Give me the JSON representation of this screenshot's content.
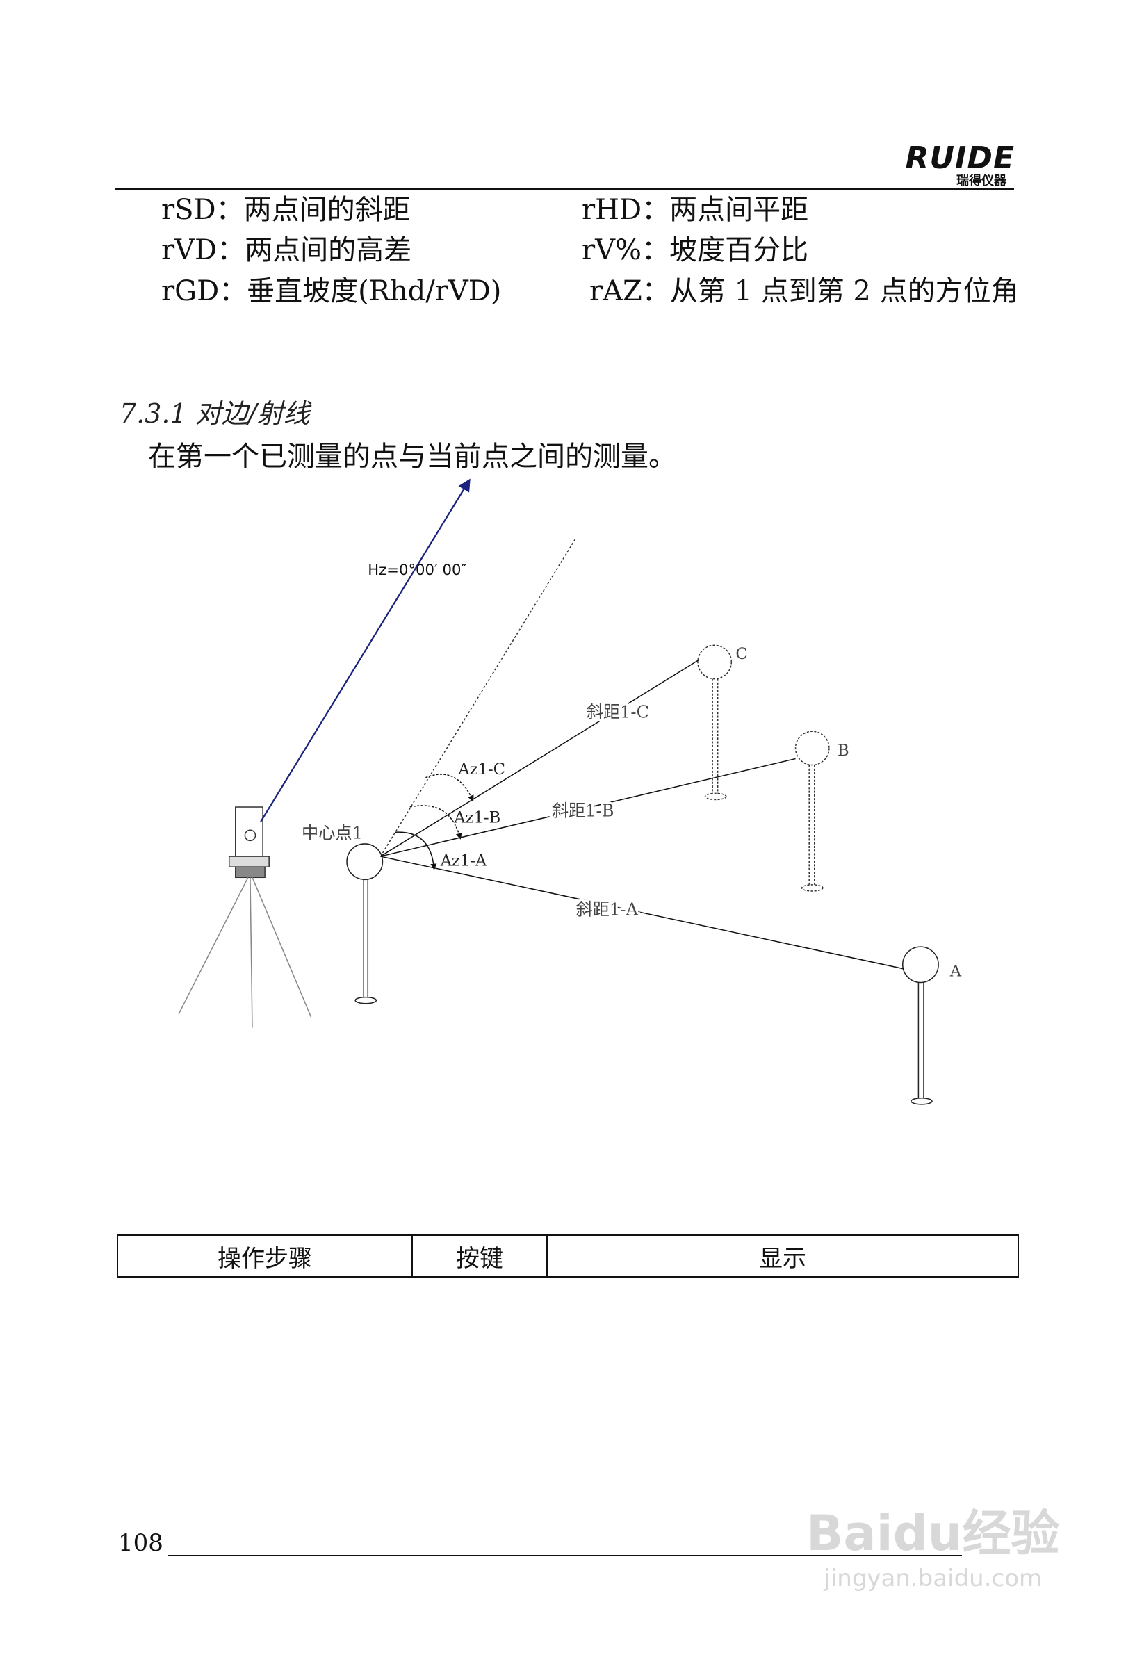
{
  "header": {
    "logo_text": "RUIDE",
    "logo_subtext": "瑞得仪器"
  },
  "definitions": [
    {
      "term": "rSD：",
      "desc": "两点间的斜距"
    },
    {
      "term": "rHD：",
      "desc": "两点间平距"
    },
    {
      "term": "rVD：",
      "desc": "两点间的高差"
    },
    {
      "term": "rV%：",
      "desc": "坡度百分比"
    },
    {
      "term": "rGD：",
      "desc": "垂直坡度(Rhd/rVD)"
    },
    {
      "term": "rAZ：",
      "desc": "从第 1 点到第 2 点的方位角"
    }
  ],
  "section": {
    "heading": "7.3.1 对边/射线",
    "intro": "在第一个已测量的点与当前点之间的测量。"
  },
  "diagram": {
    "hz_label": "Hz=0°00′ 00″",
    "center_label": "中心点1",
    "points": [
      {
        "name": "C",
        "distance_label": "斜距1-C",
        "azimuth_label": "Az1-C"
      },
      {
        "name": "B",
        "distance_label": "斜距1-B",
        "azimuth_label": "Az1-B"
      },
      {
        "name": "A",
        "distance_label": "斜距1-A",
        "azimuth_label": "Az1-A"
      }
    ],
    "arrow_color": "#1a237e"
  },
  "table": {
    "headers": [
      "操作步骤",
      "按键",
      "显示"
    ]
  },
  "footer": {
    "page_number": "108"
  },
  "watermark": {
    "main": "Baidu经验",
    "sub": "jingyan.baidu.com"
  }
}
